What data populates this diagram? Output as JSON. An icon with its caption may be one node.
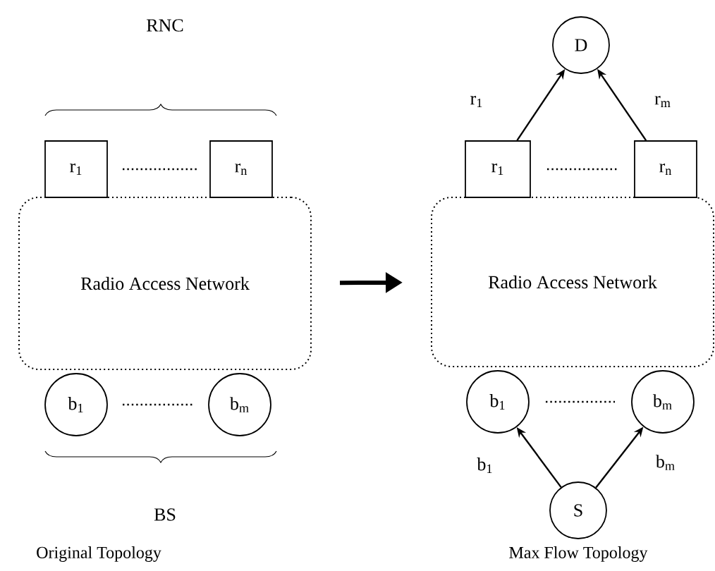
{
  "diagram": {
    "nodes": [
      {
        "text": [
          "Radio Access Network"
        ]
      },
      {
        "text": [
          "r$_{1}$"
        ]
      },
      {
        "text": [
          "r$_{n}$"
        ]
      },
      {
        "text": [
          "b$_{1}$"
        ]
      },
      {
        "text": [
          "b$_{m}$"
        ]
      },
      {
        "text": [
          "Radio Access Network"
        ]
      },
      {
        "text": [
          "D"
        ]
      },
      {
        "text": [
          "r$_{1}$"
        ]
      },
      {
        "text": [
          "r$_{n}$"
        ]
      },
      {
        "text": [
          "b$_{1}$"
        ]
      },
      {
        "text": [
          "b$_{m}$"
        ]
      },
      {
        "text": [
          "S"
        ]
      }
    ],
    "edges": [
      {
        "from": 0,
        "to": 5,
        "arrow": "to",
        "style": "thick"
      },
      {
        "from": 7,
        "to": 6,
        "arrow": "to",
        "label": "r$_{1}$"
      },
      {
        "from": 8,
        "to": 6,
        "arrow": "to",
        "label": "r$_{m}$"
      },
      {
        "from": 11,
        "to": 9,
        "arrow": "to",
        "label": "b$_{1}$"
      },
      {
        "from": 11,
        "to": 10,
        "arrow": "to",
        "label": "b$_{m}$"
      }
    ],
    "labels": [
      "RNC",
      "BS",
      "Original Topology",
      "Max Flow Topology"
    ]
  }
}
